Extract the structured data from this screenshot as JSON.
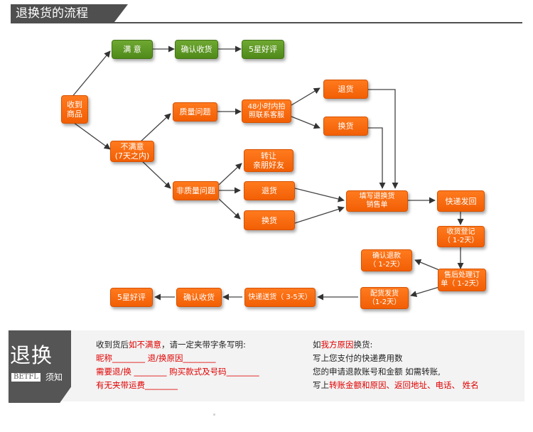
{
  "header": {
    "title": "退换货的流程"
  },
  "flow": {
    "start": "收到\n商品",
    "satisfied": "满  意",
    "confirm_receipt_top": "确认收货",
    "five_star_top": "5星好评",
    "unsatisfied": "不满意\n(7天之内)",
    "quality_issue": "质量问题",
    "contact_48h": "48小时内拍\n照联系客服",
    "return_top": "退货",
    "exchange_top": "换货",
    "non_quality_issue": "非质量问题",
    "transfer_friend": "转让\n亲朋好友",
    "return_mid": "退货",
    "exchange_mid": "换货",
    "fill_form": "填写退换货\n销售单",
    "express_back": "快递发回",
    "receipt_register": "收货登记\n（ 1-2天）",
    "aftersale_process": "售后处理订\n单（ 1-2天）",
    "confirm_refund": "确认退款\n（ 1-2天）",
    "ship_out": "配货发货\n（1-2天）",
    "express_send": "快递送货（ 3-5天）",
    "confirm_receipt_bottom": "确认收货",
    "five_star_bottom": "5星好评"
  },
  "notice": {
    "big": "退换",
    "code": "BETFL",
    "sub": "须知",
    "left": {
      "line1_a": "收到货后",
      "line1_b": "如不满意",
      "line1_c": "，请一定夹带字条写明:",
      "line2": "昵称________  退/换原因________",
      "line3": "需要退/换 ________ 购买款式及号码________",
      "line4": "有无夹带运费________"
    },
    "right": {
      "line1_a": "如",
      "line1_b": "我方原因",
      "line1_c": "换货:",
      "line2": "写上您支付的快递费用数",
      "line3": "您的申请退款账号和金额 如需转账,",
      "line4_a": "写上",
      "line4_b": "转账金额和原因、返回地址、电话、 姓名"
    }
  }
}
